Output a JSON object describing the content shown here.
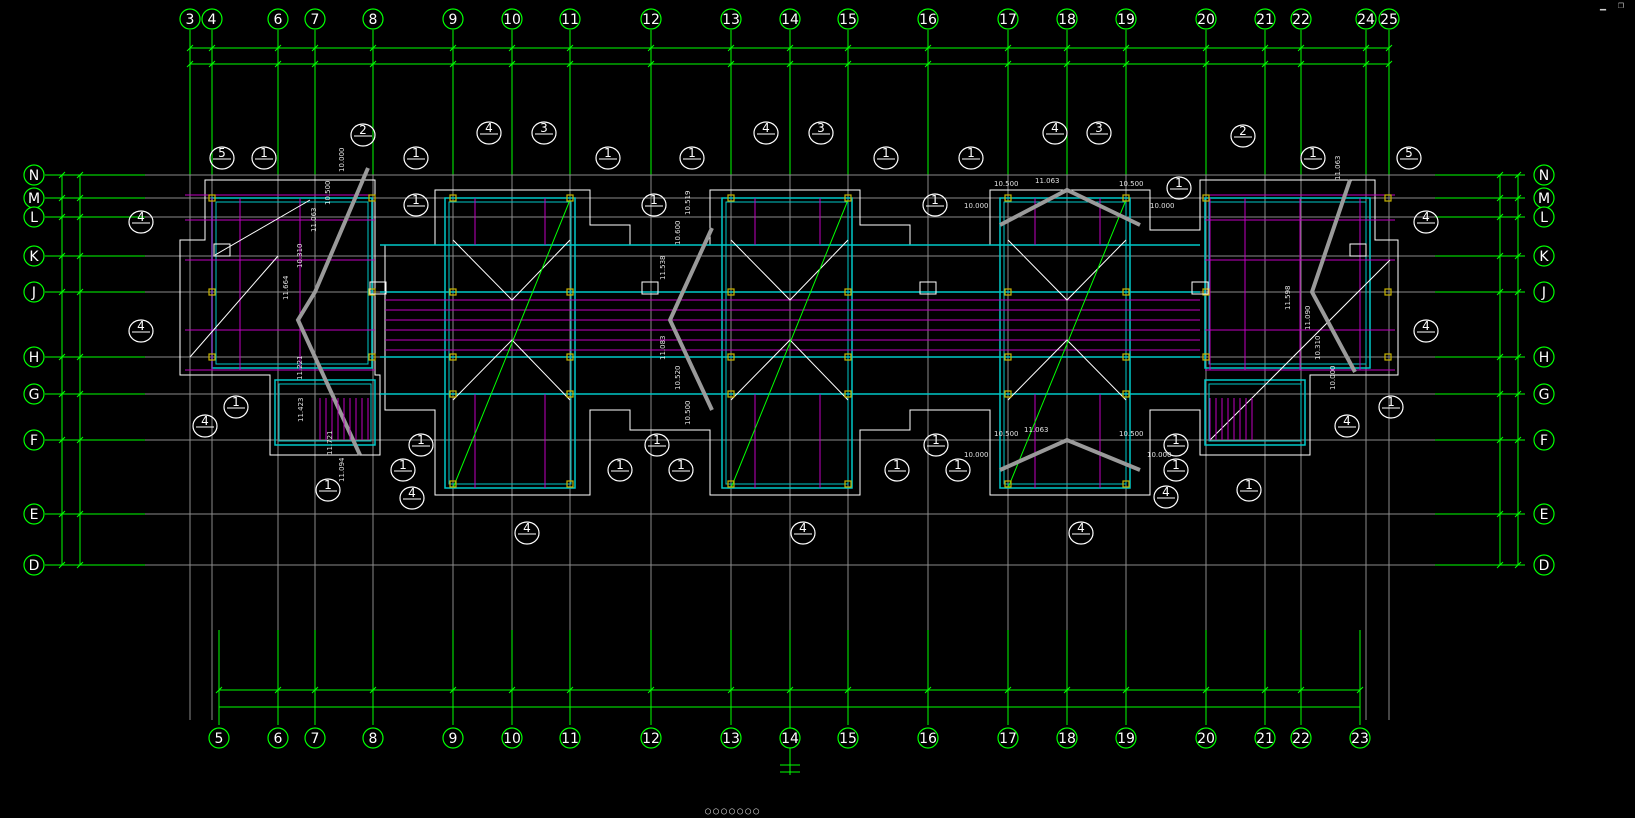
{
  "window": {
    "minimize_icon": "minimize-icon",
    "restore_icon": "restore-icon"
  },
  "colors": {
    "background": "#000000",
    "axis": "#00ff00",
    "grid": "#8a8a8a",
    "wall_cyan": "#00c8c8",
    "beam_magenta": "#c000c0",
    "annotation": "#ffffff",
    "stair": "#9a9a9a",
    "column": "#c8b400"
  },
  "top_axes": [
    "3",
    "4",
    "6",
    "7",
    "8",
    "9",
    "10",
    "11",
    "12",
    "13",
    "14",
    "15",
    "16",
    "17",
    "18",
    "19",
    "20",
    "21",
    "22",
    "24",
    "25"
  ],
  "bottom_axes": [
    "5",
    "6",
    "7",
    "8",
    "9",
    "10",
    "11",
    "12",
    "13",
    "14",
    "15",
    "16",
    "17",
    "18",
    "19",
    "20",
    "21",
    "22",
    "23"
  ],
  "row_axes": [
    "N",
    "M",
    "L",
    "K",
    "J",
    "H",
    "G",
    "F",
    "E",
    "D"
  ],
  "section_marks": [
    "1",
    "2",
    "3",
    "4",
    "5"
  ],
  "elevations": [
    "10.000",
    "10.500",
    "11.063",
    "10.310",
    "11.664",
    "11.221",
    "11.423",
    "11.721",
    "11.094",
    "10.519",
    "10.600",
    "11.538",
    "11.083",
    "10.520",
    "10.500",
    "11.598",
    "11.090",
    "10.310",
    "10.000",
    "11.063"
  ],
  "sheet_label": "○○○○○○○"
}
